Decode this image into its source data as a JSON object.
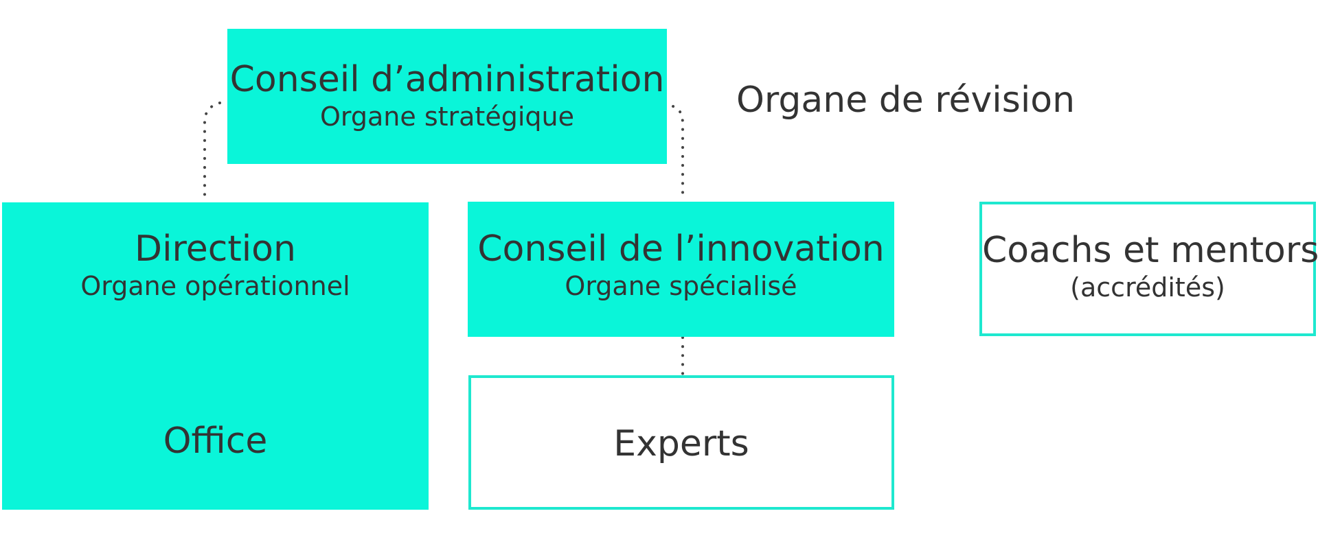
{
  "colors": {
    "accent": "#0af5d9",
    "accent_border": "#1ee8cf",
    "text": "#333333",
    "connector": "#444444"
  },
  "board": {
    "title": "Conseil d’administration",
    "subtitle": "Organe stratégique"
  },
  "audit": {
    "label": "Organe de révision"
  },
  "direction": {
    "title": "Direction",
    "subtitle": "Organe opérationnel",
    "office": "Office"
  },
  "innovation": {
    "title": "Conseil de l’innovation",
    "subtitle": "Organe spécialisé"
  },
  "coachs": {
    "title": "Coachs et mentors",
    "subtitle": "(accrédités)"
  },
  "experts": {
    "title": "Experts"
  }
}
